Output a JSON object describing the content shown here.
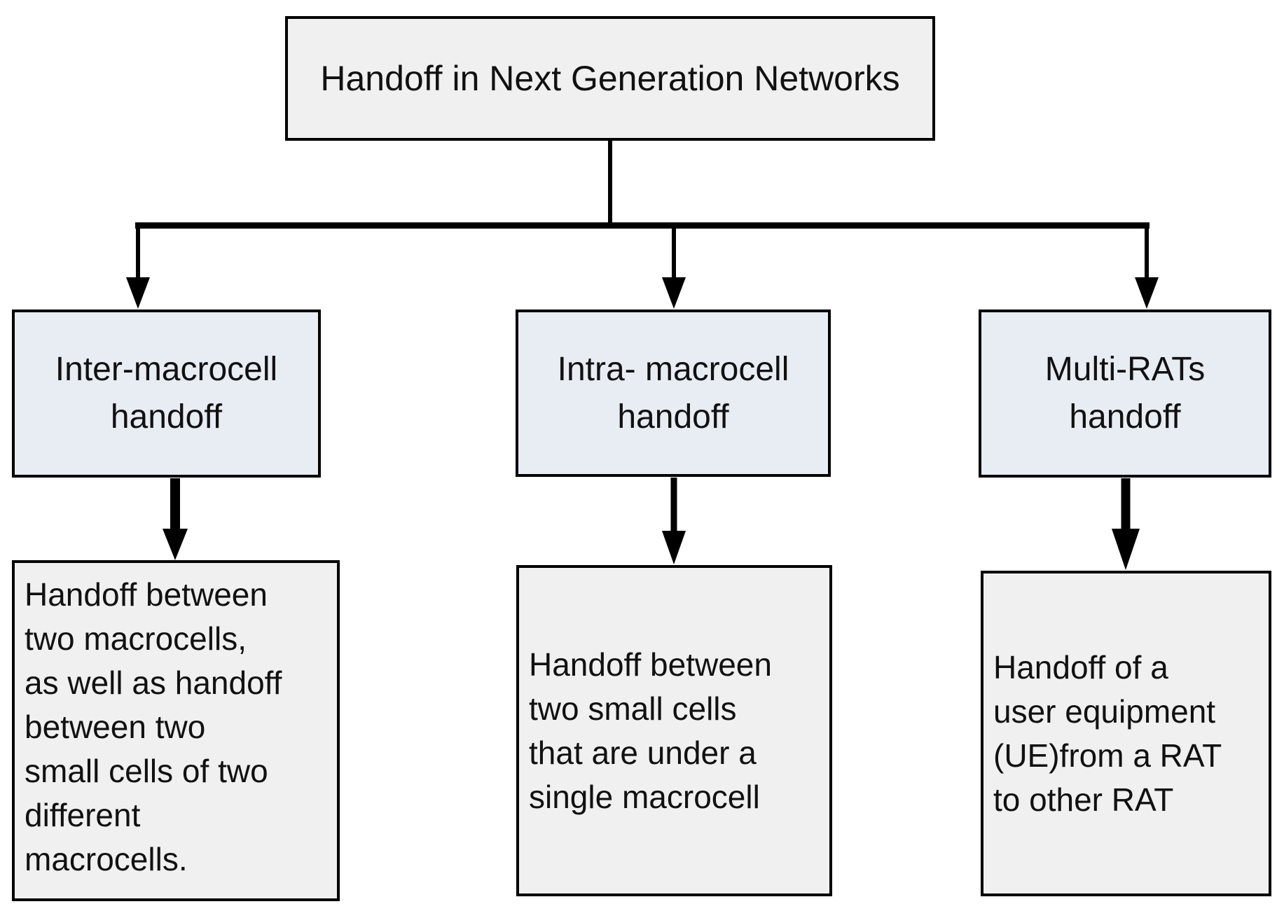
{
  "colors": {
    "bg": "#ffffff",
    "box_gray": "#f0f0f0",
    "box_blue": "#e8ecf3",
    "border": "#000000",
    "text": "#111111",
    "line": "#000000"
  },
  "nodes": {
    "root": {
      "label": "Handoff in Next Generation Networks"
    },
    "branches": [
      {
        "label": "Inter-macrocell\nhandoff",
        "description": "Handoff between\ntwo macrocells,\nas well as handoff\nbetween two\nsmall cells of two\ndifferent\nmacrocells."
      },
      {
        "label": "Intra- macrocell\nhandoff",
        "description": "Handoff between\ntwo small cells\nthat are under a\nsingle macrocell"
      },
      {
        "label": "Multi-RATs\nhandoff",
        "description": "Handoff of a\nuser equipment\n(UE)from a RAT\nto other RAT"
      }
    ]
  }
}
